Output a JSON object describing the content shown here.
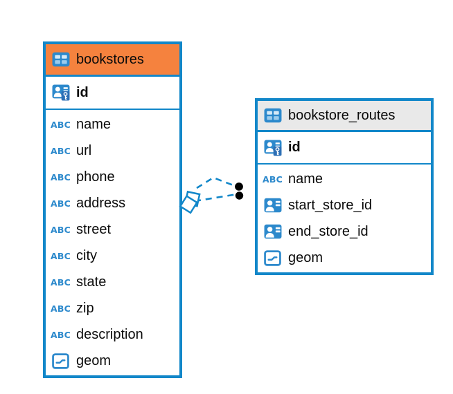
{
  "diagram": {
    "type": "entity-relationship",
    "colors": {
      "accent_blue": "#1287C9",
      "bookstores_header": "#F5823E",
      "bookstore_routes_header": "#E9E9E9",
      "background": "#FFFFFF"
    },
    "tables": [
      {
        "name": "bookstores",
        "header_icon": "table-icon",
        "columns": [
          {
            "name": "id",
            "icon": "primary-key-icon"
          },
          {
            "name": "name",
            "icon": "text-type-icon"
          },
          {
            "name": "url",
            "icon": "text-type-icon"
          },
          {
            "name": "phone",
            "icon": "text-type-icon"
          },
          {
            "name": "address",
            "icon": "text-type-icon"
          },
          {
            "name": "street",
            "icon": "text-type-icon"
          },
          {
            "name": "city",
            "icon": "text-type-icon"
          },
          {
            "name": "state",
            "icon": "text-type-icon"
          },
          {
            "name": "zip",
            "icon": "text-type-icon"
          },
          {
            "name": "description",
            "icon": "text-type-icon"
          },
          {
            "name": "geom",
            "icon": "geometry-type-icon"
          }
        ]
      },
      {
        "name": "bookstore_routes",
        "header_icon": "table-icon",
        "columns": [
          {
            "name": "id",
            "icon": "primary-key-icon"
          },
          {
            "name": "name",
            "icon": "text-type-icon"
          },
          {
            "name": "start_store_id",
            "icon": "reference-icon"
          },
          {
            "name": "end_store_id",
            "icon": "reference-icon"
          },
          {
            "name": "geom",
            "icon": "geometry-type-icon"
          }
        ]
      }
    ],
    "relationships": [
      {
        "from": "bookstore_routes.start_store_id",
        "to": "bookstores.id",
        "style": "dashed"
      },
      {
        "from": "bookstore_routes.end_store_id",
        "to": "bookstores.id",
        "style": "dashed"
      }
    ],
    "abc_glyph": "ABC"
  }
}
